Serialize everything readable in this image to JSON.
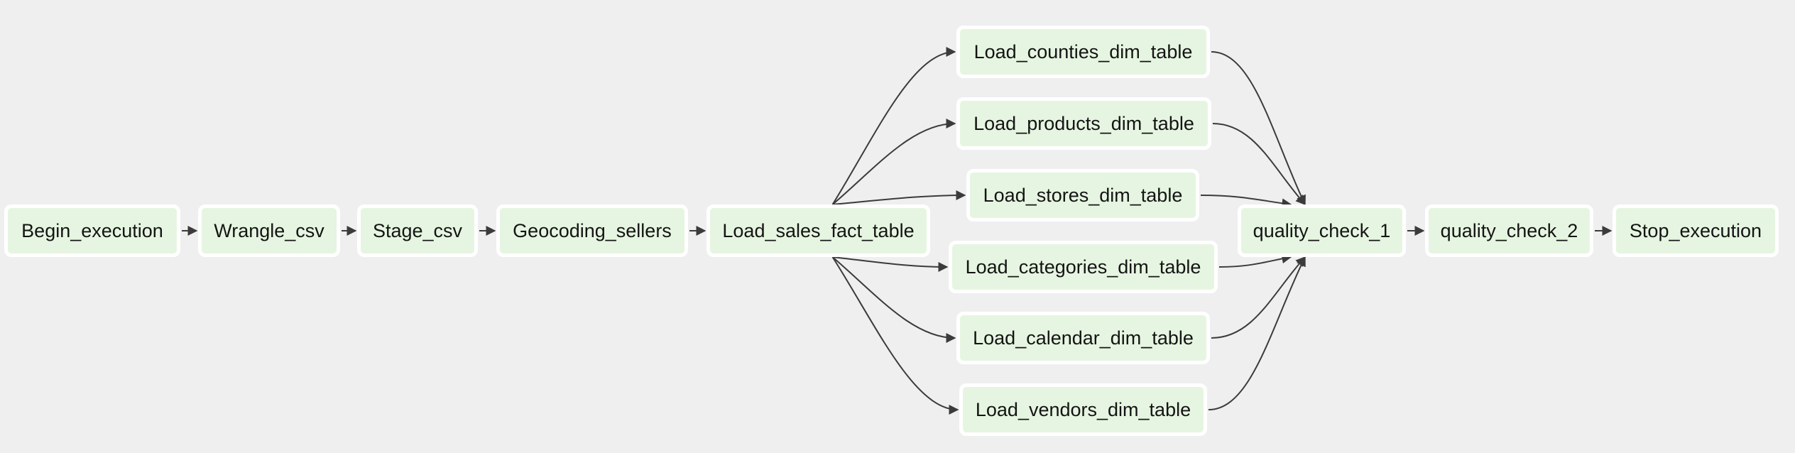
{
  "nodes": {
    "begin_execution": "Begin_execution",
    "wrangle_csv": "Wrangle_csv",
    "stage_csv": "Stage_csv",
    "geocoding_sellers": "Geocoding_sellers",
    "load_sales_fact_table": "Load_sales_fact_table",
    "load_counties_dim_table": "Load_counties_dim_table",
    "load_products_dim_table": "Load_products_dim_table",
    "load_stores_dim_table": "Load_stores_dim_table",
    "load_categories_dim_table": "Load_categories_dim_table",
    "load_calendar_dim_table": "Load_calendar_dim_table",
    "load_vendors_dim_table": "Load_vendors_dim_table",
    "quality_check_1": "quality_check_1",
    "quality_check_2": "quality_check_2",
    "stop_execution": "Stop_execution"
  },
  "edges": [
    [
      "begin_execution",
      "wrangle_csv"
    ],
    [
      "wrangle_csv",
      "stage_csv"
    ],
    [
      "stage_csv",
      "geocoding_sellers"
    ],
    [
      "geocoding_sellers",
      "load_sales_fact_table"
    ],
    [
      "load_sales_fact_table",
      "load_counties_dim_table"
    ],
    [
      "load_sales_fact_table",
      "load_products_dim_table"
    ],
    [
      "load_sales_fact_table",
      "load_stores_dim_table"
    ],
    [
      "load_sales_fact_table",
      "load_categories_dim_table"
    ],
    [
      "load_sales_fact_table",
      "load_calendar_dim_table"
    ],
    [
      "load_sales_fact_table",
      "load_vendors_dim_table"
    ],
    [
      "load_counties_dim_table",
      "quality_check_1"
    ],
    [
      "load_products_dim_table",
      "quality_check_1"
    ],
    [
      "load_stores_dim_table",
      "quality_check_1"
    ],
    [
      "load_categories_dim_table",
      "quality_check_1"
    ],
    [
      "load_calendar_dim_table",
      "quality_check_1"
    ],
    [
      "load_vendors_dim_table",
      "quality_check_1"
    ],
    [
      "quality_check_1",
      "quality_check_2"
    ],
    [
      "quality_check_2",
      "stop_execution"
    ]
  ],
  "colors": {
    "background": "#efefef",
    "node_fill": "#e6f5e1",
    "node_border": "#ffffff",
    "edge": "#3b3b3b"
  }
}
